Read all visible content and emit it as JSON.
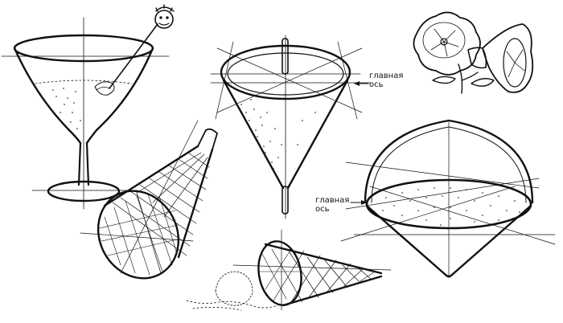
{
  "labels": {
    "main_axis_top": [
      "главная",
      "ось"
    ],
    "main_axis_bottom": [
      "главная",
      "ось"
    ]
  },
  "colors": {
    "ink": "#111111",
    "paper": "#ffffff"
  }
}
